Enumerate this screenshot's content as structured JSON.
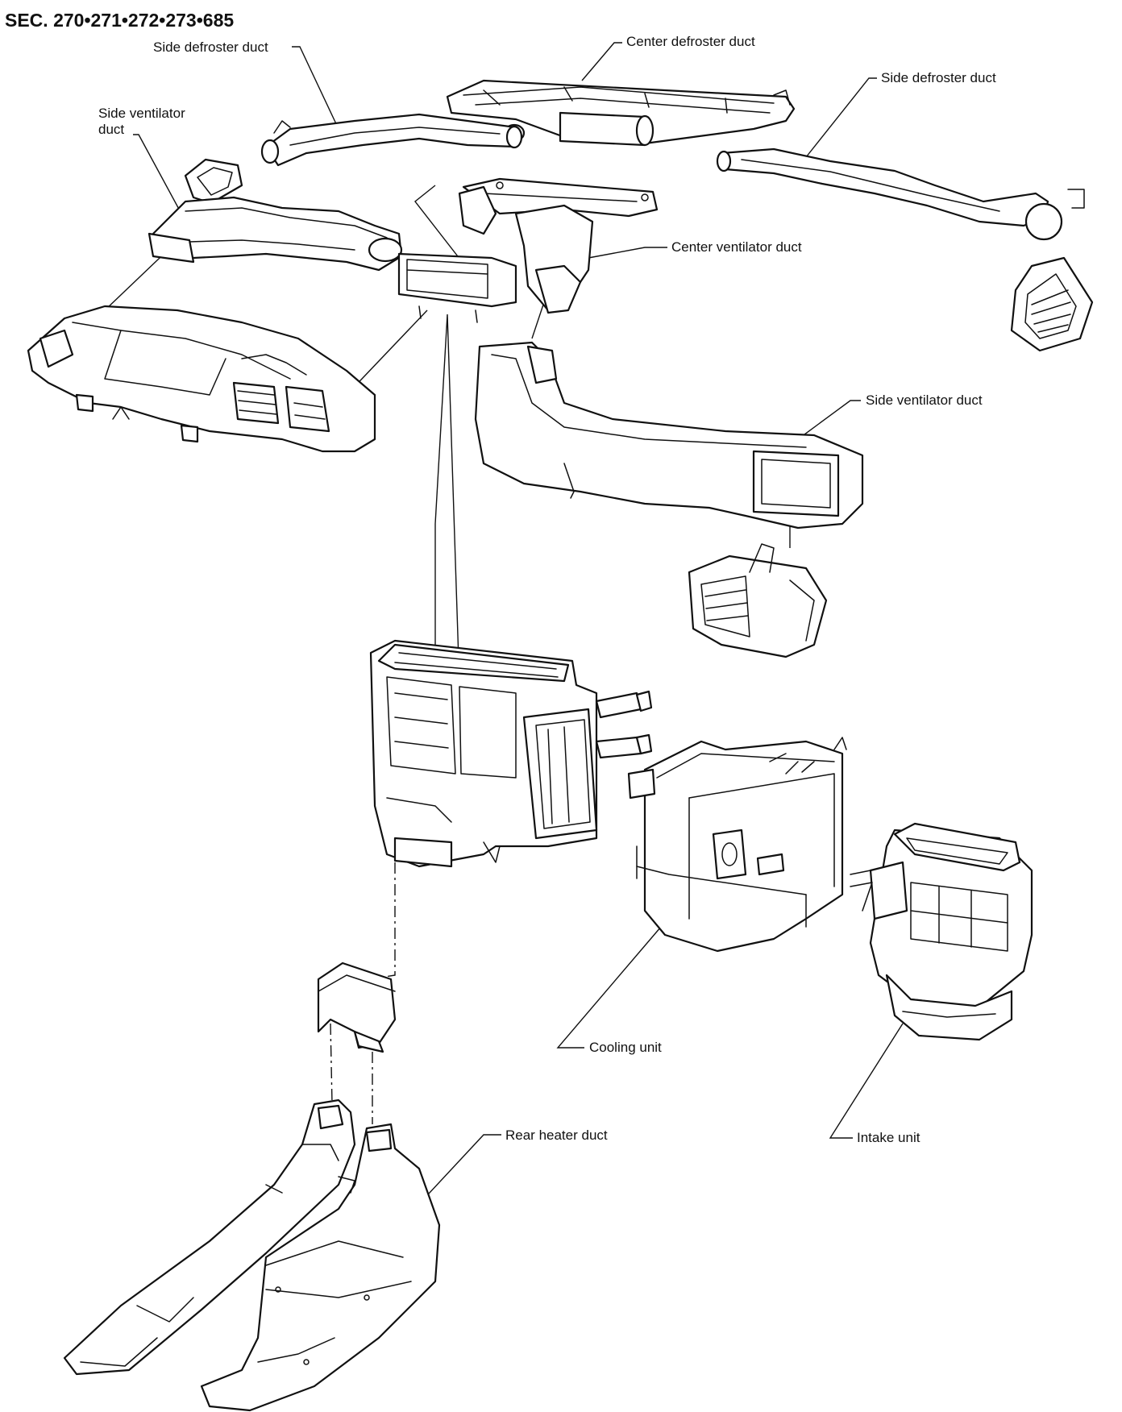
{
  "section_title": "SEC. 270•271•272•273•685",
  "labels": {
    "center_defroster_duct": "Center defroster duct",
    "side_defroster_duct_left": "Side defroster duct",
    "side_defroster_duct_right": "Side defroster duct",
    "side_ventilator_duct_left": "Side ventilator duct",
    "center_ventilator_duct": "Center ventilator duct",
    "side_ventilator_duct_right": "Side ventilator duct",
    "cooling_unit": "Cooling unit",
    "intake_unit": "Intake unit",
    "rear_heater_duct": "Rear heater duct"
  }
}
